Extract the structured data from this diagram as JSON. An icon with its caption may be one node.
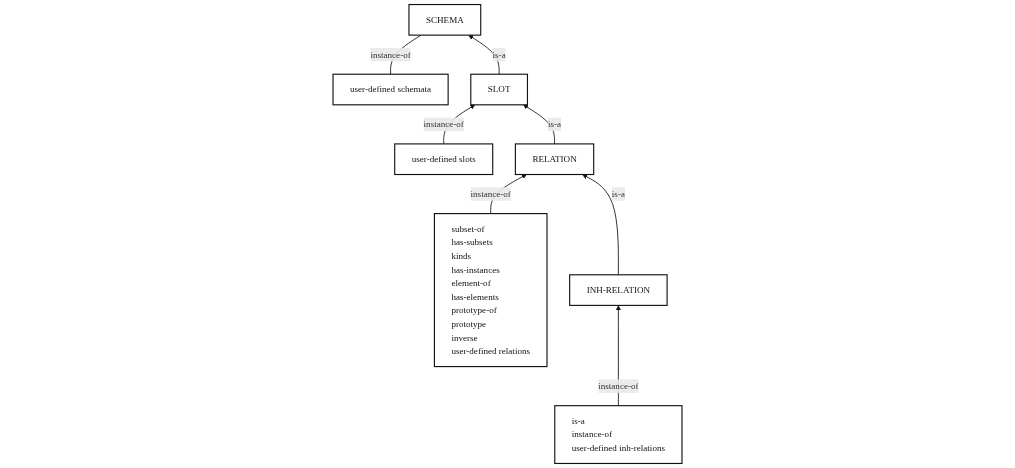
{
  "diagram": {
    "nodes": [
      {
        "text": [
          "SCHEMA"
        ]
      },
      {
        "text": [
          "user-defined schemata"
        ]
      },
      {
        "text": [
          "SLOT"
        ]
      },
      {
        "text": [
          "user-defined slots"
        ]
      },
      {
        "text": [
          "RELATION"
        ]
      },
      {
        "text": [
          "subset-of",
          "has-subsets",
          "kinds",
          "has-instances",
          "element-of",
          "has-elements",
          "prototype-of",
          "prototype",
          "inverse",
          "user-defined relations"
        ]
      },
      {
        "text": [
          "INH-RELATION"
        ]
      },
      {
        "text": [
          "is-a",
          "instance-of",
          "user-defined inh-relations"
        ]
      }
    ],
    "edges": [
      {
        "from": 1,
        "to": 0,
        "arrow": "none",
        "label": "instance-of"
      },
      {
        "from": 2,
        "to": 0,
        "arrow": "to",
        "label": "is-a"
      },
      {
        "from": 3,
        "to": 2,
        "arrow": "to",
        "label": "instance-of"
      },
      {
        "from": 4,
        "to": 2,
        "arrow": "to",
        "label": "is-a"
      },
      {
        "from": 5,
        "to": 4,
        "arrow": "to",
        "label": "instance-of"
      },
      {
        "from": 6,
        "to": 4,
        "arrow": "to",
        "label": "is-a"
      },
      {
        "from": 7,
        "to": 6,
        "arrow": "to",
        "label": "instance-of"
      }
    ]
  }
}
